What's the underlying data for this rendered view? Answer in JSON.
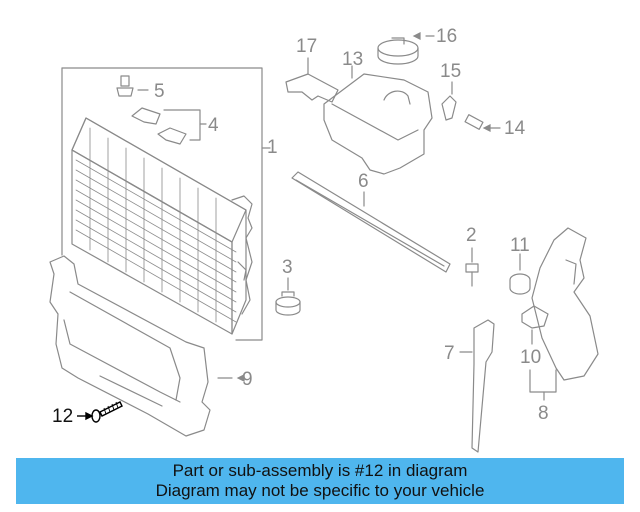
{
  "callouts": {
    "c1": "1",
    "c2": "2",
    "c3": "3",
    "c4": "4",
    "c5": "5",
    "c6": "6",
    "c7": "7",
    "c8": "8",
    "c9": "9",
    "c10": "10",
    "c11": "11",
    "c12": "12",
    "c13": "13",
    "c14": "14",
    "c15": "15",
    "c16": "16",
    "c17": "17"
  },
  "highlighted_part": "12",
  "banner": {
    "line1": "Part or sub-assembly is #12 in diagram",
    "line2": "Diagram may not be specific to your vehicle",
    "color": "#4fb6ee"
  },
  "colors": {
    "line": "#8a8a8a",
    "highlight": "#000000"
  }
}
